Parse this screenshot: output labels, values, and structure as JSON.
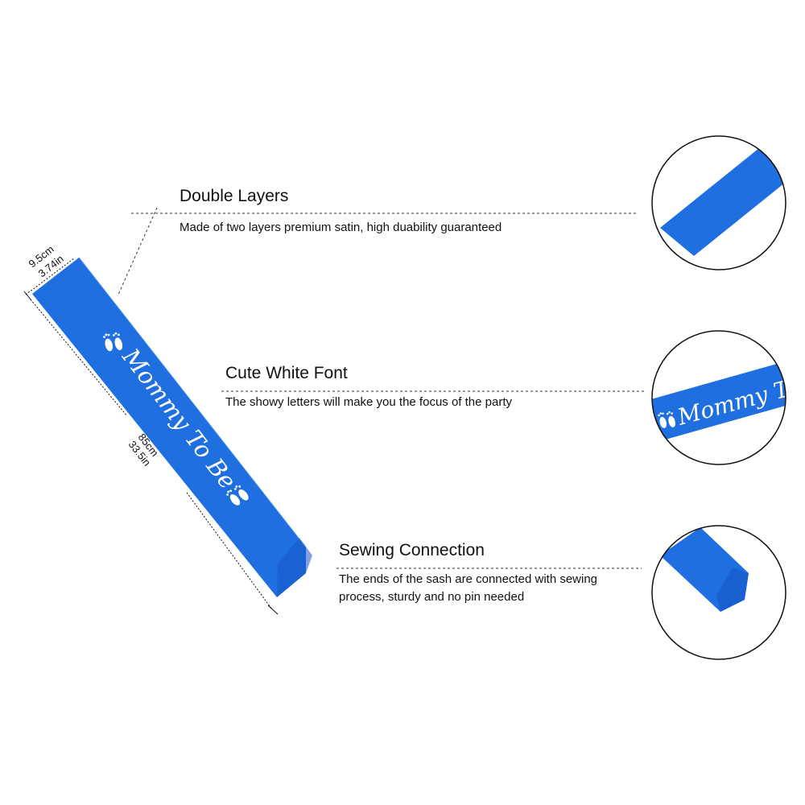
{
  "colors": {
    "sash_blue": "#1f6fe0",
    "sash_blue_dark": "#1558c4",
    "line": "#333333",
    "circle_stroke": "#111111"
  },
  "sash": {
    "text": "Mommy To Be",
    "icons": [
      "baby-feet-icon",
      "baby-feet-icon"
    ]
  },
  "dimensions": {
    "width_cm": "9.5cm",
    "width_in": "3.74in",
    "length_cm": "85cm",
    "length_in": "33.5in"
  },
  "features": [
    {
      "title": "Double Layers",
      "description": "Made of two layers premium satin, high duability guaranteed"
    },
    {
      "title": "Cute White Font",
      "description": "The showy letters will make you the focus of the party"
    },
    {
      "title": "Sewing Connection",
      "description": "The ends of the sash are connected with sewing process, sturdy and no pin needed"
    }
  ],
  "zoom_circles": [
    {
      "name": "double-layer-detail"
    },
    {
      "name": "font-detail",
      "text": "Mommy To"
    },
    {
      "name": "sewing-detail"
    }
  ]
}
